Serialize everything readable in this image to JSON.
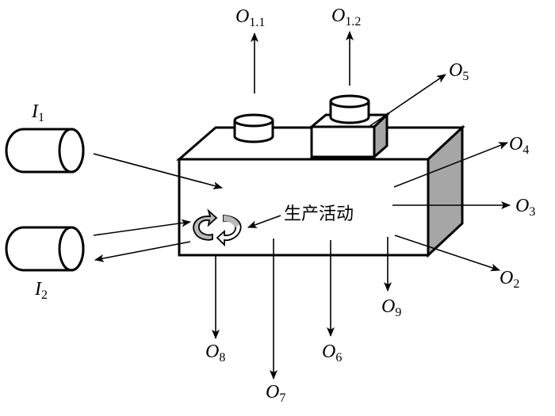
{
  "diagram": {
    "center_label": "生产活动",
    "colors": {
      "shade": "#a6a6a6",
      "stroke": "#000000",
      "cycle_fill": "#b8b8b8"
    },
    "inputs": [
      {
        "id": "I1",
        "base": "I",
        "sub": "1"
      },
      {
        "id": "I2",
        "base": "I",
        "sub": "2"
      }
    ],
    "outputs": [
      {
        "id": "O1.1",
        "base": "O",
        "sub": "1.1"
      },
      {
        "id": "O1.2",
        "base": "O",
        "sub": "1.2"
      },
      {
        "id": "O2",
        "base": "O",
        "sub": "2"
      },
      {
        "id": "O3",
        "base": "O",
        "sub": "3"
      },
      {
        "id": "O4",
        "base": "O",
        "sub": "4"
      },
      {
        "id": "O5",
        "base": "O",
        "sub": "5"
      },
      {
        "id": "O6",
        "base": "O",
        "sub": "6"
      },
      {
        "id": "O7",
        "base": "O",
        "sub": "7"
      },
      {
        "id": "O8",
        "base": "O",
        "sub": "8"
      },
      {
        "id": "O9",
        "base": "O",
        "sub": "9"
      }
    ]
  }
}
